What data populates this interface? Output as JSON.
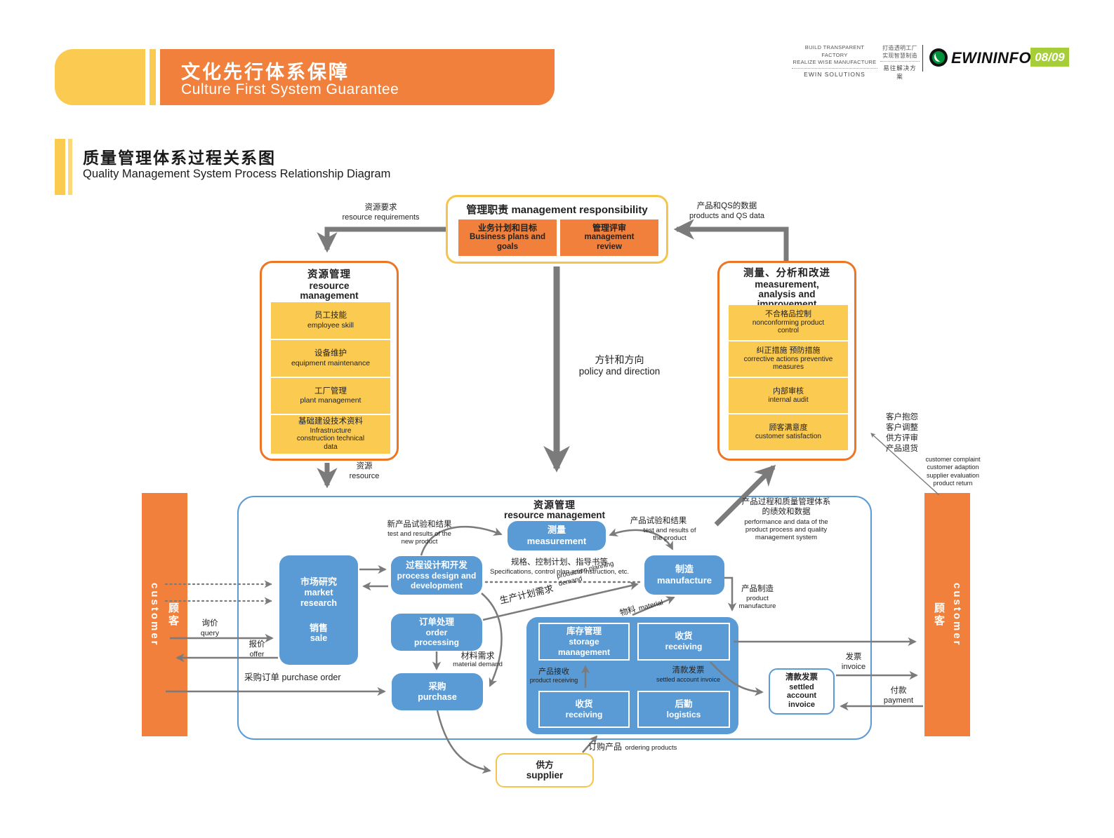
{
  "colors": {
    "orange": "#F0803C",
    "yellow": "#FBCA50",
    "yellow_border": "#F7C44A",
    "orange_border": "#ED7524",
    "blue": "#5B9BD5",
    "arrow_gray": "#7B7B7B",
    "badge_green": "#A6CE38",
    "logo_green": "#00913A"
  },
  "header": {
    "title_zh": "文化先行体系保障",
    "title_en": "Culture First System Guarantee"
  },
  "brand": {
    "en_line1": "BUILD TRANSPARENT FACTORY",
    "en_line2": "REALIZE WISE MANUFACTURE",
    "en_solutions": "EWIN SOLUTIONS",
    "zh_line1": "打造透明工厂",
    "zh_line2": "实现智慧制造",
    "zh_solutions": "易往解决方案",
    "logo_text": "EWININFO",
    "page_badge": "08/09"
  },
  "section": {
    "title_zh": "质量管理体系过程关系图",
    "title_en": "Quality Management System Process Relationship Diagram"
  },
  "mgmt": {
    "title": "管理职责 management responsibility",
    "box1_zh": "业务计划和目标",
    "box1_en": "Business plans and goals",
    "box2_zh": "管理评审",
    "box2_en": "management review"
  },
  "resource_box": {
    "title_zh": "资源管理",
    "title_en": "resource management",
    "items": [
      {
        "zh": "员工技能",
        "en": "employee skill"
      },
      {
        "zh": "设备维护",
        "en": "equipment maintenance"
      },
      {
        "zh": "工厂管理",
        "en": "plant management"
      },
      {
        "zh": "基础建设技术资料",
        "en": "Infrastructure construction technical data"
      }
    ]
  },
  "measure_box": {
    "title_zh": "测量、分析和改进",
    "title_en": "measurement, analysis and improvement",
    "items": [
      {
        "zh": "不合格品控制",
        "en": "nonconforming product control"
      },
      {
        "zh": "纠正措施 预防措施",
        "en": "corrective actions preventive measures"
      },
      {
        "zh": "内部审核",
        "en": "internal audit"
      },
      {
        "zh": "顾客满意度",
        "en": "customer satisfaction"
      }
    ]
  },
  "labels": {
    "resource_requirements": {
      "zh": "资源要求",
      "en": "resource requirements"
    },
    "products_qs": {
      "zh": "产品和QS的数据",
      "en": "products and QS data"
    },
    "policy": {
      "zh": "方针和方向",
      "en": "policy and direction"
    },
    "resource": {
      "zh": "资源",
      "en": "resource"
    },
    "complaints_zh": [
      "客户抱怨",
      "客户调整",
      "供方评审",
      "产品退货"
    ],
    "complaints_en": [
      "customer complaint",
      "customer adaption",
      "supplier evaluation",
      "product return"
    ],
    "performance_zh1": "产品过程和质量管理体系",
    "performance_zh2": "的绩效和数据",
    "performance_en": "performance and data of the product process and quality management system",
    "new_product_test": {
      "zh": "新产品试验和结果",
      "en": "test and results of the new product"
    },
    "product_test": {
      "zh": "产品试验和结果",
      "en": "test and results of the product"
    },
    "specs": {
      "zh": "规格、控制计划、指导书等",
      "en": "Specifications, control plan and instruction, etc."
    },
    "production_planning": {
      "zh": "生产计划需求",
      "en": "production planning demand"
    },
    "material_demand": {
      "zh": "材料需求",
      "en": "material demand"
    },
    "material": {
      "zh": "物料",
      "en": "material"
    },
    "product_manufacture": {
      "zh": "产品制造",
      "en": "product manufacture"
    },
    "product_receiving": {
      "zh": "产品接收",
      "en": "product receiving"
    },
    "settled_invoice": {
      "zh": "清款发票",
      "en": "settled account invoice"
    },
    "query": {
      "zh": "询价",
      "en": "query"
    },
    "offer": {
      "zh": "报价",
      "en": "offer"
    },
    "purchase_order": "采购订单 purchase order",
    "invoice": {
      "zh": "发票",
      "en": "invoice"
    },
    "payment": {
      "zh": "付款",
      "en": "payment"
    },
    "ordering": {
      "zh": "订购产品",
      "en": "ordering products"
    }
  },
  "flow": {
    "container_title_zh": "资源管理",
    "container_title_en": "resource management",
    "customer_en": "customer",
    "customer_zh": "顾客",
    "market_research_zh": "市场研究",
    "market_research_en": "market research",
    "sale_zh": "销售",
    "sale_en": "sale",
    "process_design_zh": "过程设计和开发",
    "process_design_en": "process design and development",
    "measurement_zh": "测量",
    "measurement_en": "measurement",
    "manufacture_zh": "制造",
    "manufacture_en": "manufacture",
    "order_processing_zh": "订单处理",
    "order_processing_en": "order processing",
    "purchase_zh": "采购",
    "purchase_en": "purchase",
    "storage_zh": "库存管理",
    "storage_en": "storage management",
    "receiving_zh": "收货",
    "receiving_en": "receiving",
    "logistics_zh": "后勤",
    "logistics_en": "logistics",
    "settled_zh": "清款发票",
    "settled_en": "settled account invoice",
    "supplier_zh": "供方",
    "supplier_en": "supplier"
  }
}
